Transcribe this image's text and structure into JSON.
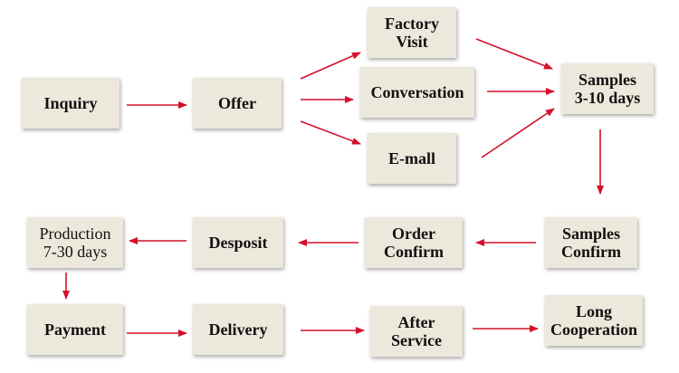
{
  "nodes": {
    "inquiry": "Inquiry",
    "offer": "Offer",
    "factory_visit": "Factory\nVisit",
    "conversation": "Conversation",
    "email": "E-mall",
    "samples_days": "Samples\n3-10 days",
    "samples_confirm": "Samples\nConfirm",
    "order_confirm": "Order\nConfirm",
    "desposit": "Desposit",
    "production": "Production\n7-30 days",
    "payment": "Payment",
    "delivery": "Delivery",
    "after_service": "After\nService",
    "long_cooperation": "Long\nCooperation"
  },
  "colors": {
    "box_fill": "#ece8dc",
    "arrow": "#d4102a",
    "text": "#111111"
  }
}
